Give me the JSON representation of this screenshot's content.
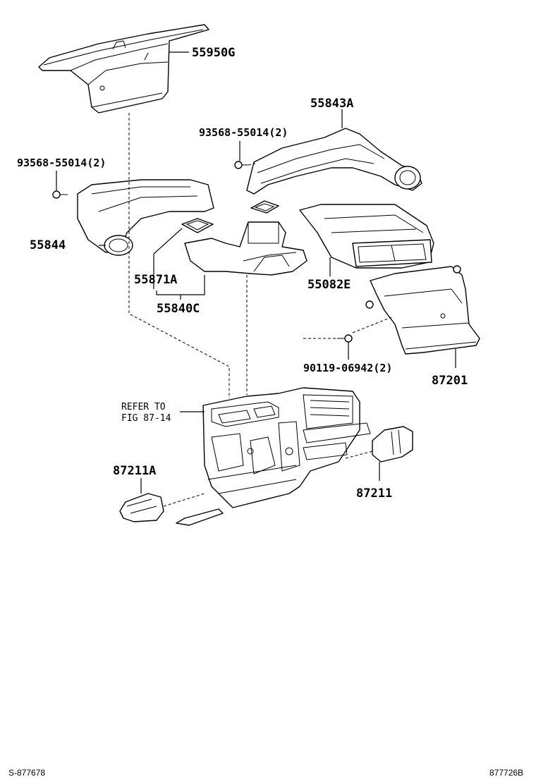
{
  "labels": {
    "p55950G": "55950G",
    "p55843A": "55843A",
    "bolt_top": "93568-55014(2)",
    "bolt_left": "93568-55014(2)",
    "p55844": "55844",
    "p55871A": "55871A",
    "p55840C": "55840C",
    "p55082E": "55082E",
    "screw": "90119-06942(2)",
    "p87201": "87201",
    "refer_line1": "REFER TO",
    "refer_line2": "FIG 87-14",
    "p87211A": "87211A",
    "p87211": "87211"
  },
  "footer": {
    "left_code": "S-877678",
    "right_code": "877726B"
  },
  "icons": [
    "duct-icon",
    "bolt-icon",
    "heater-unit-icon",
    "vent-register-icon"
  ]
}
